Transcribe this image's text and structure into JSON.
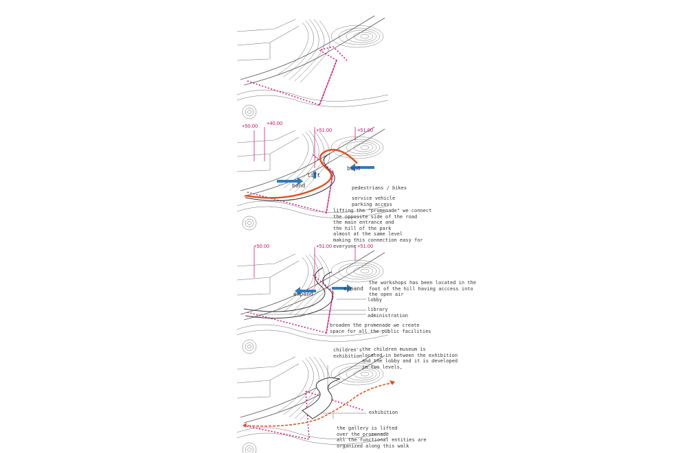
{
  "panel2": {
    "elev_a": "+50.00",
    "elev_b": "+40.00",
    "elev_c": "+51.00",
    "elev_d": "+51.00",
    "lift": "lift",
    "bend_left": "bend",
    "bend_right": "bend",
    "ped": "pedestrians / bikes",
    "service": "service vehicle\nparking access",
    "desc": "lifting the \"promenade\" we connect\nthe opposite side of the road\nthe main entrance and\nthe hill of the park\nalmost at the same level\nmaking this connection easy for\neveryone"
  },
  "panel3": {
    "elev_a": "+50.00",
    "elev_c": "+51.00",
    "elev_d": "+51.00",
    "expand_left": "expand",
    "expand_right": "expand",
    "workshops": "the workshops has been located in the\nfoot of the hill having acccess into\nthe open air",
    "lobby": "lobby",
    "library": "library\nadministration",
    "desc": "broaden the promenade we create\nspace for all the public facilities"
  },
  "panel4": {
    "children_label": "children's\nexhibition",
    "children_desc": "the children museum is\nlocated in between the exhibition\nand the lobby and it is developed\nin two levels,",
    "exhibition": "exhibition",
    "desc": "the gallery is lifted\nover the promenade\nall the functional entities are\norganized along this walk"
  },
  "colors": {
    "accent": "#d9197a",
    "orange": "#e0501e",
    "blue": "#2b7bc0",
    "line": "#555555"
  }
}
